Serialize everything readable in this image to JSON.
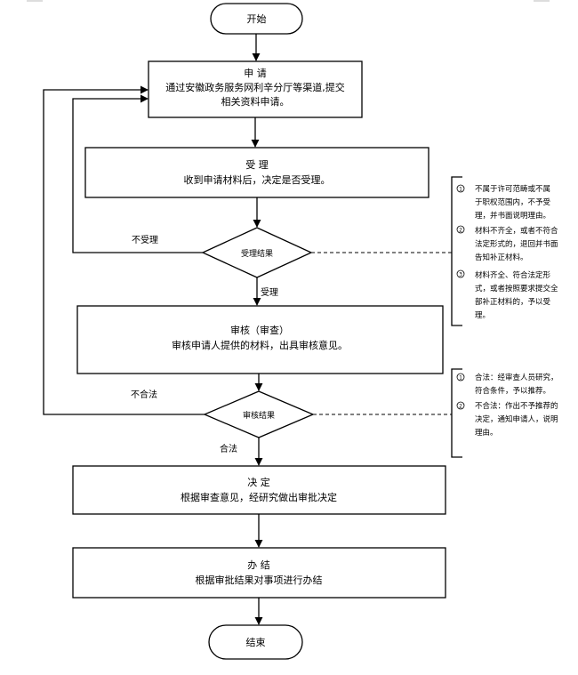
{
  "flowchart": {
    "start": "开始",
    "end": "结束",
    "apply": {
      "title": "申    请",
      "line1": "通过安徽政务服务网利辛分厅等渠道,提交",
      "line2": "相关资料申请。"
    },
    "accept": {
      "title": "受    理",
      "line1": "收到申请材料后，决定是否受理。"
    },
    "accept_result": "受理结果",
    "not_accept_label": "不受理",
    "accept_label": "受理",
    "review": {
      "title": "审核（审查）",
      "line1": "审核申请人提供的材料，出具审核意见。"
    },
    "review_result": "审核结果",
    "illegal_label": "不合法",
    "legal_label": "合法",
    "decide": {
      "title": "决    定",
      "line1": "根据审查意见，经研究做出审批决定"
    },
    "finish": {
      "title": "办    结",
      "line1": "根据审批结果对事项进行办结"
    },
    "accept_notes": [
      {
        "num": "1",
        "lines": [
          "不属于许可范畴或不属",
          "于职权范围内，不予受",
          "理，并书面说明理由。"
        ]
      },
      {
        "num": "2",
        "lines": [
          "材料不齐全，或者不符合",
          "法定形式的，退回并书面",
          "告知补正材料。"
        ]
      },
      {
        "num": "3",
        "lines": [
          "材料齐全、符合法定形",
          "式，或者按照要求提交全",
          "部补正材料的，予以受",
          "理。"
        ]
      }
    ],
    "review_notes": [
      {
        "num": "1",
        "lines": [
          "合法：经审查人员研究，",
          "符合条件，予以推荐。"
        ]
      },
      {
        "num": "2",
        "lines": [
          "不合法：作出不予推荐的",
          "决定，通知申请人，说明",
          "理由。"
        ]
      }
    ]
  }
}
